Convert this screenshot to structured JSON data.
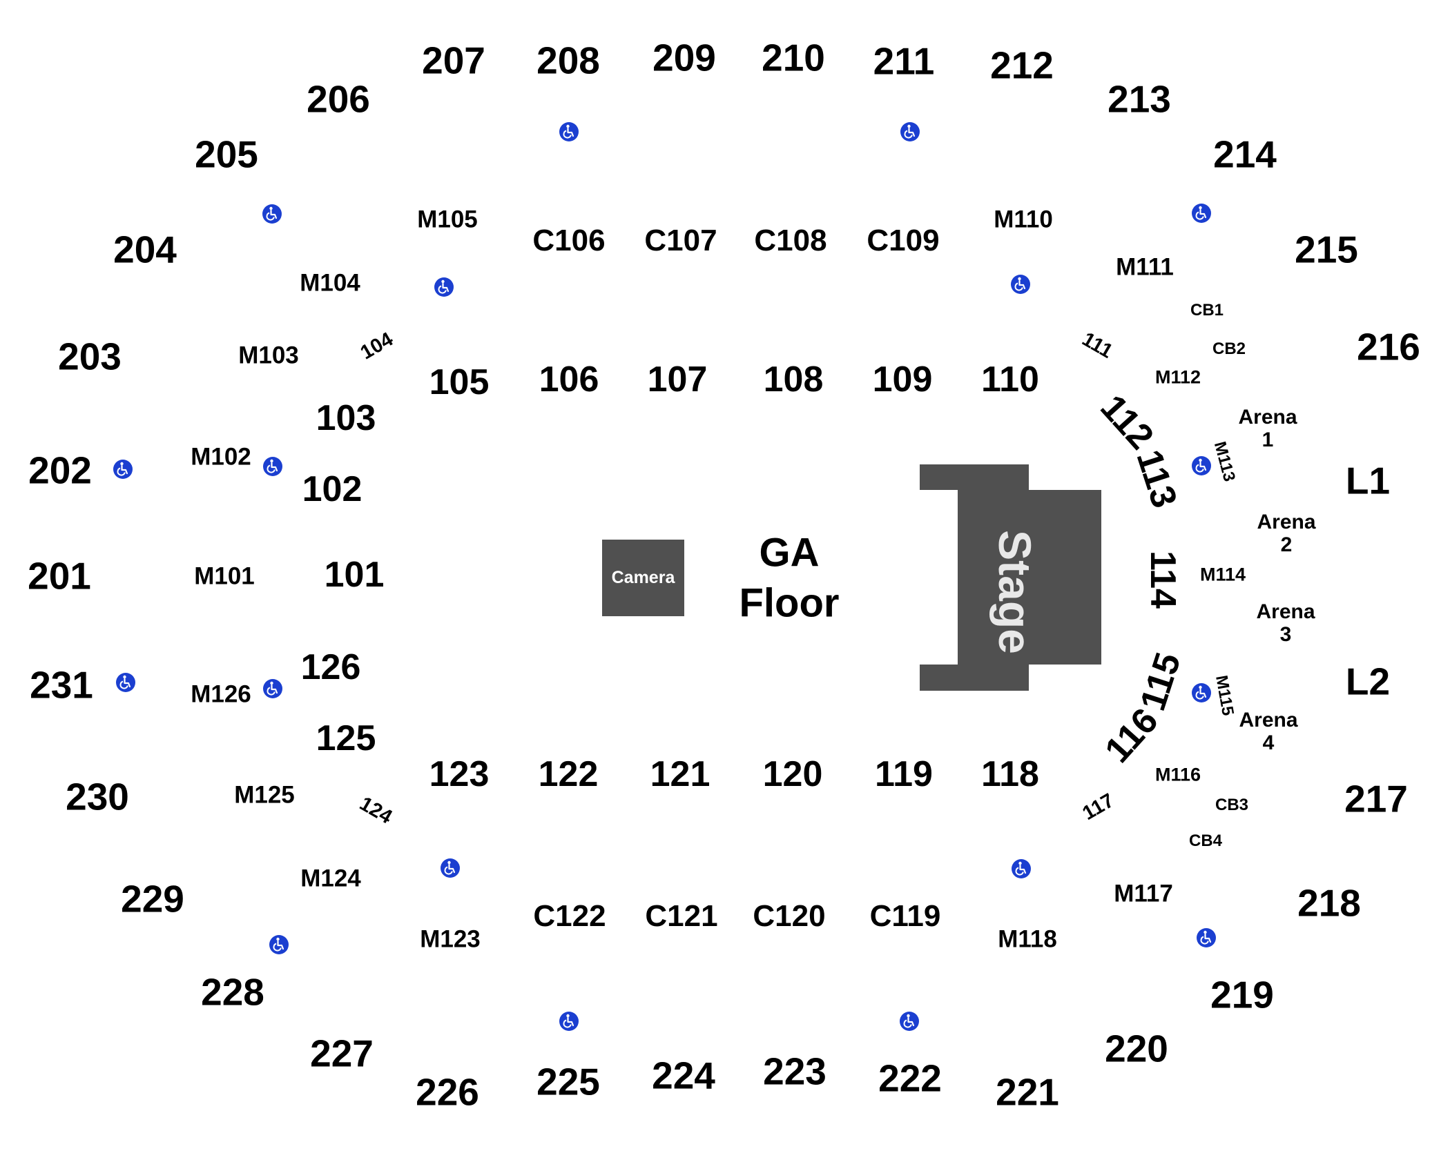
{
  "floor": {
    "camera_label": "Camera",
    "ga_line1": "GA",
    "ga_line2": "Floor",
    "stage_label": "Stage"
  },
  "sections": {
    "s201": "201",
    "s202": "202",
    "s203": "203",
    "s204": "204",
    "s205": "205",
    "s206": "206",
    "s207": "207",
    "s208": "208",
    "s209": "209",
    "s210": "210",
    "s211": "211",
    "s212": "212",
    "s213": "213",
    "s214": "214",
    "s215": "215",
    "s216": "216",
    "s217": "217",
    "s218": "218",
    "s219": "219",
    "s220": "220",
    "s221": "221",
    "s222": "222",
    "s223": "223",
    "s224": "224",
    "s225": "225",
    "s226": "226",
    "s227": "227",
    "s228": "228",
    "s229": "229",
    "s230": "230",
    "s231": "231",
    "sL1": "L1",
    "sL2": "L2",
    "s101": "101",
    "s102": "102",
    "s103": "103",
    "s104": "104",
    "s105": "105",
    "s106": "106",
    "s107": "107",
    "s108": "108",
    "s109": "109",
    "s110": "110",
    "s111": "111",
    "s112": "112",
    "s113": "113",
    "s114": "114",
    "s115": "115",
    "s116": "116",
    "s117": "117",
    "s118": "118",
    "s119": "119",
    "s120": "120",
    "s121": "121",
    "s122": "122",
    "s123": "123",
    "s124": "124",
    "s125": "125",
    "s126": "126",
    "sC106": "C106",
    "sC107": "C107",
    "sC108": "C108",
    "sC109": "C109",
    "sC119": "C119",
    "sC120": "C120",
    "sC121": "C121",
    "sC122": "C122",
    "sM101": "M101",
    "sM102": "M102",
    "sM103": "M103",
    "sM104": "M104",
    "sM105": "M105",
    "sM110": "M110",
    "sM111": "M111",
    "sM112": "M112",
    "sM113": "M113",
    "sM114": "M114",
    "sM115": "M115",
    "sM116": "M116",
    "sM117": "M117",
    "sM118": "M118",
    "sM123": "M123",
    "sM124": "M124",
    "sM125": "M125",
    "sM126": "M126",
    "sCB1": "CB1",
    "sCB2": "CB2",
    "sCB3": "CB3",
    "sCB4": "CB4",
    "arena1": "Arena\n1",
    "arena2": "Arena\n2",
    "arena3": "Arena\n3",
    "arena4": "Arena\n4"
  },
  "accessibility_icon": "wheelchair-icon",
  "colors": {
    "stage_fill": "#505050",
    "accessible_blue": "#1b3fd0",
    "label_text": "#000000"
  }
}
